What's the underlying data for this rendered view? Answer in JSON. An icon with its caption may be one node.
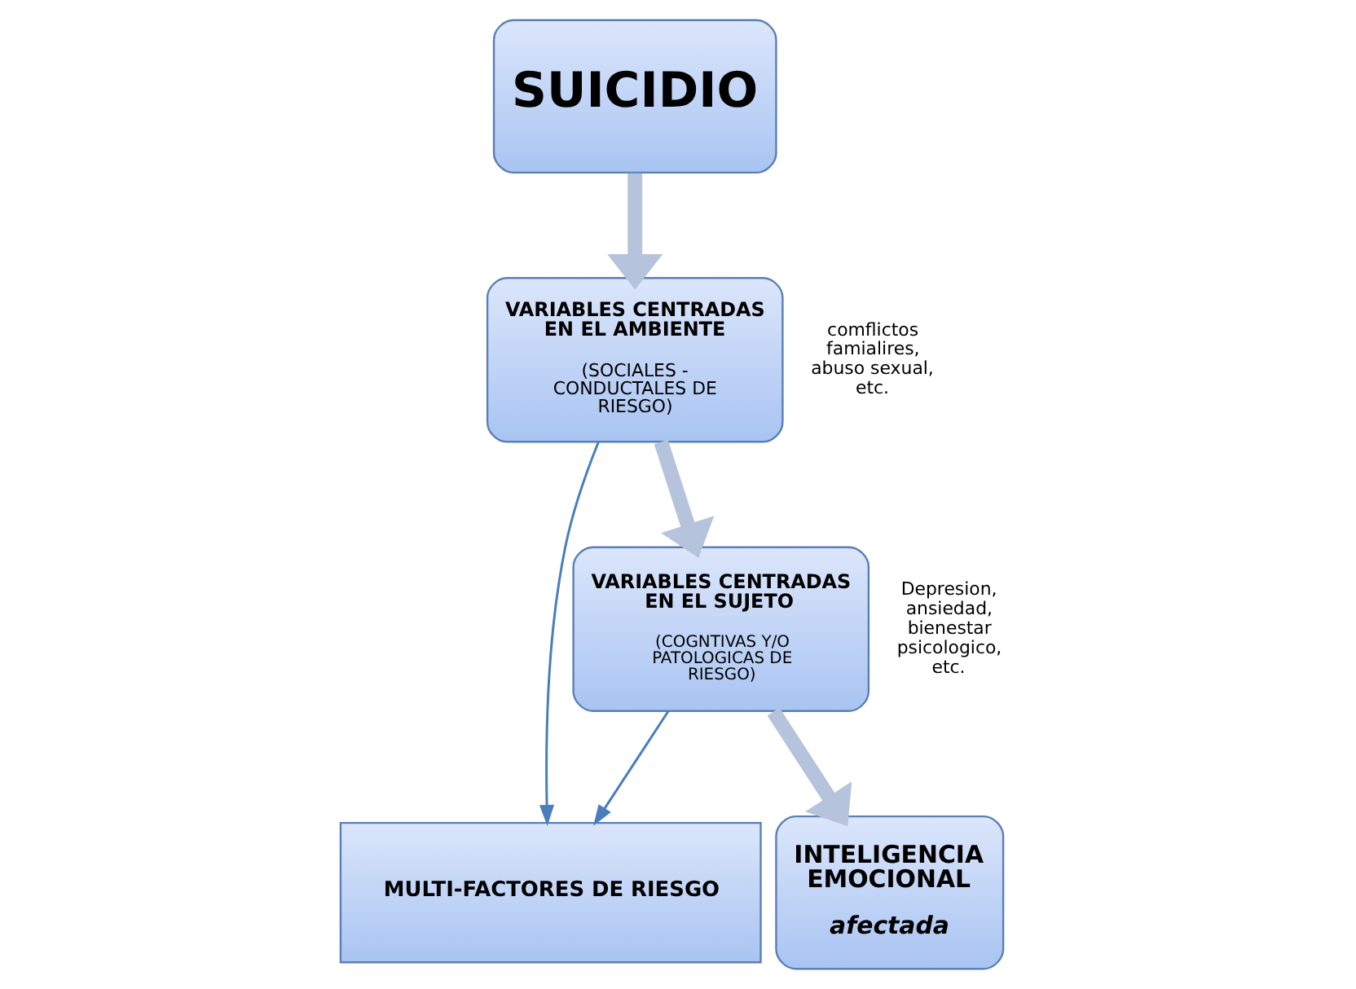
{
  "diagram": {
    "nodes": [
      {
        "text": [
          "SUICIDIO"
        ]
      },
      {
        "text": [
          "VARIABLES CENTRADAS EN EL AMBIENTE",
          "(SOCIALES - CONDUCTALES DE RIESGO)"
        ],
        "beside": [
          "comflictos famialires, abuso sexual, etc."
        ]
      },
      {
        "text": [
          "VARIABLES CENTRADAS EN EL SUJETO",
          "(COGNTIVAS Y/O PATOLOGICAS DE RIESGO)"
        ],
        "beside": [
          "Depresion, ansiedad, bienestar psicologico, etc."
        ]
      },
      {
        "text": [
          "INTELIGENCIA EMOCIONAL",
          "afectada"
        ]
      },
      {
        "text": [
          "MULTI-FACTORES DE RIESGO"
        ]
      }
    ],
    "edges": [
      {
        "from": 0,
        "to": 1,
        "arrow": "to"
      },
      {
        "from": 1,
        "to": 2,
        "arrow": "to"
      },
      {
        "from": 2,
        "to": 3,
        "arrow": "to"
      },
      {
        "from": 1,
        "to": 4,
        "arrow": "to",
        "color": "#4a7ebb"
      },
      {
        "from": 2,
        "to": 4,
        "arrow": "to",
        "color": "#4a7ebb"
      }
    ]
  }
}
